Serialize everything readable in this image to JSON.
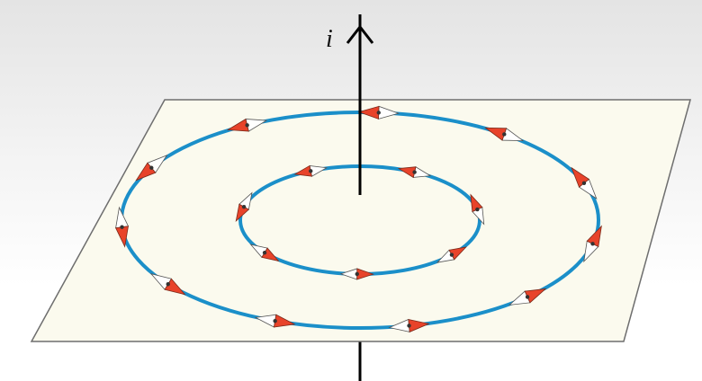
{
  "diagram": {
    "current_label": "i",
    "colors": {
      "plane_fill": "#fbfaee",
      "plane_stroke": "#6e6e6e",
      "field_line": "#1b8fc9",
      "wire": "#000000",
      "needle_north": "#e8432a",
      "needle_south": "#ffffff"
    },
    "field_lines": [
      {
        "name": "outer-field-line",
        "compasses": 11
      },
      {
        "name": "inner-field-line",
        "compasses": 7
      }
    ]
  }
}
